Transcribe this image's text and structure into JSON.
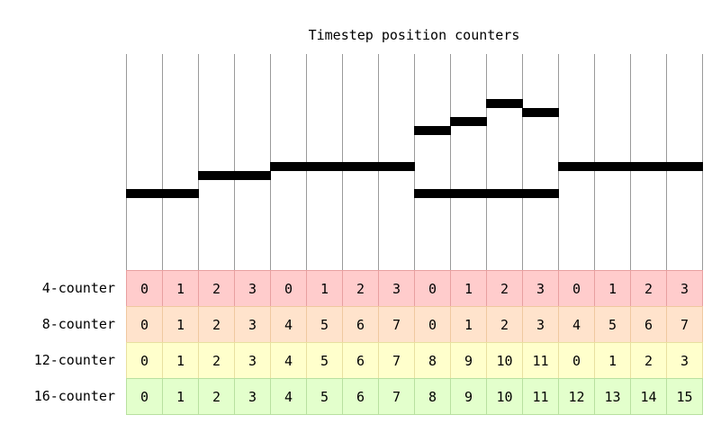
{
  "title": "Timestep position counters",
  "columns": 16,
  "rows": [
    {
      "label": "4-counter",
      "fill": "#ffcccc",
      "stroke": "#e8a0a0",
      "values": [
        0,
        1,
        2,
        3,
        0,
        1,
        2,
        3,
        0,
        1,
        2,
        3,
        0,
        1,
        2,
        3
      ]
    },
    {
      "label": "8-counter",
      "fill": "#ffe3cc",
      "stroke": "#f0c8a0",
      "values": [
        0,
        1,
        2,
        3,
        4,
        5,
        6,
        7,
        0,
        1,
        2,
        3,
        4,
        5,
        6,
        7
      ]
    },
    {
      "label": "12-counter",
      "fill": "#ffffcc",
      "stroke": "#e8e0a0",
      "values": [
        0,
        1,
        2,
        3,
        4,
        5,
        6,
        7,
        8,
        9,
        10,
        11,
        0,
        1,
        2,
        3
      ]
    },
    {
      "label": "16-counter",
      "fill": "#e3ffcc",
      "stroke": "#b8e0a0",
      "values": [
        0,
        1,
        2,
        3,
        4,
        5,
        6,
        7,
        8,
        9,
        10,
        11,
        12,
        13,
        14,
        15
      ]
    }
  ],
  "bars": [
    {
      "from": 0,
      "to": 2,
      "level": 0
    },
    {
      "from": 2,
      "to": 4,
      "level": 2
    },
    {
      "from": 4,
      "to": 8,
      "level": 3
    },
    {
      "from": 8,
      "to": 12,
      "level": 0
    },
    {
      "from": 8,
      "to": 9,
      "level": 7
    },
    {
      "from": 9,
      "to": 10,
      "level": 8
    },
    {
      "from": 10,
      "to": 11,
      "level": 10
    },
    {
      "from": 11,
      "to": 12,
      "level": 9
    },
    {
      "from": 12,
      "to": 16,
      "level": 3
    }
  ]
}
